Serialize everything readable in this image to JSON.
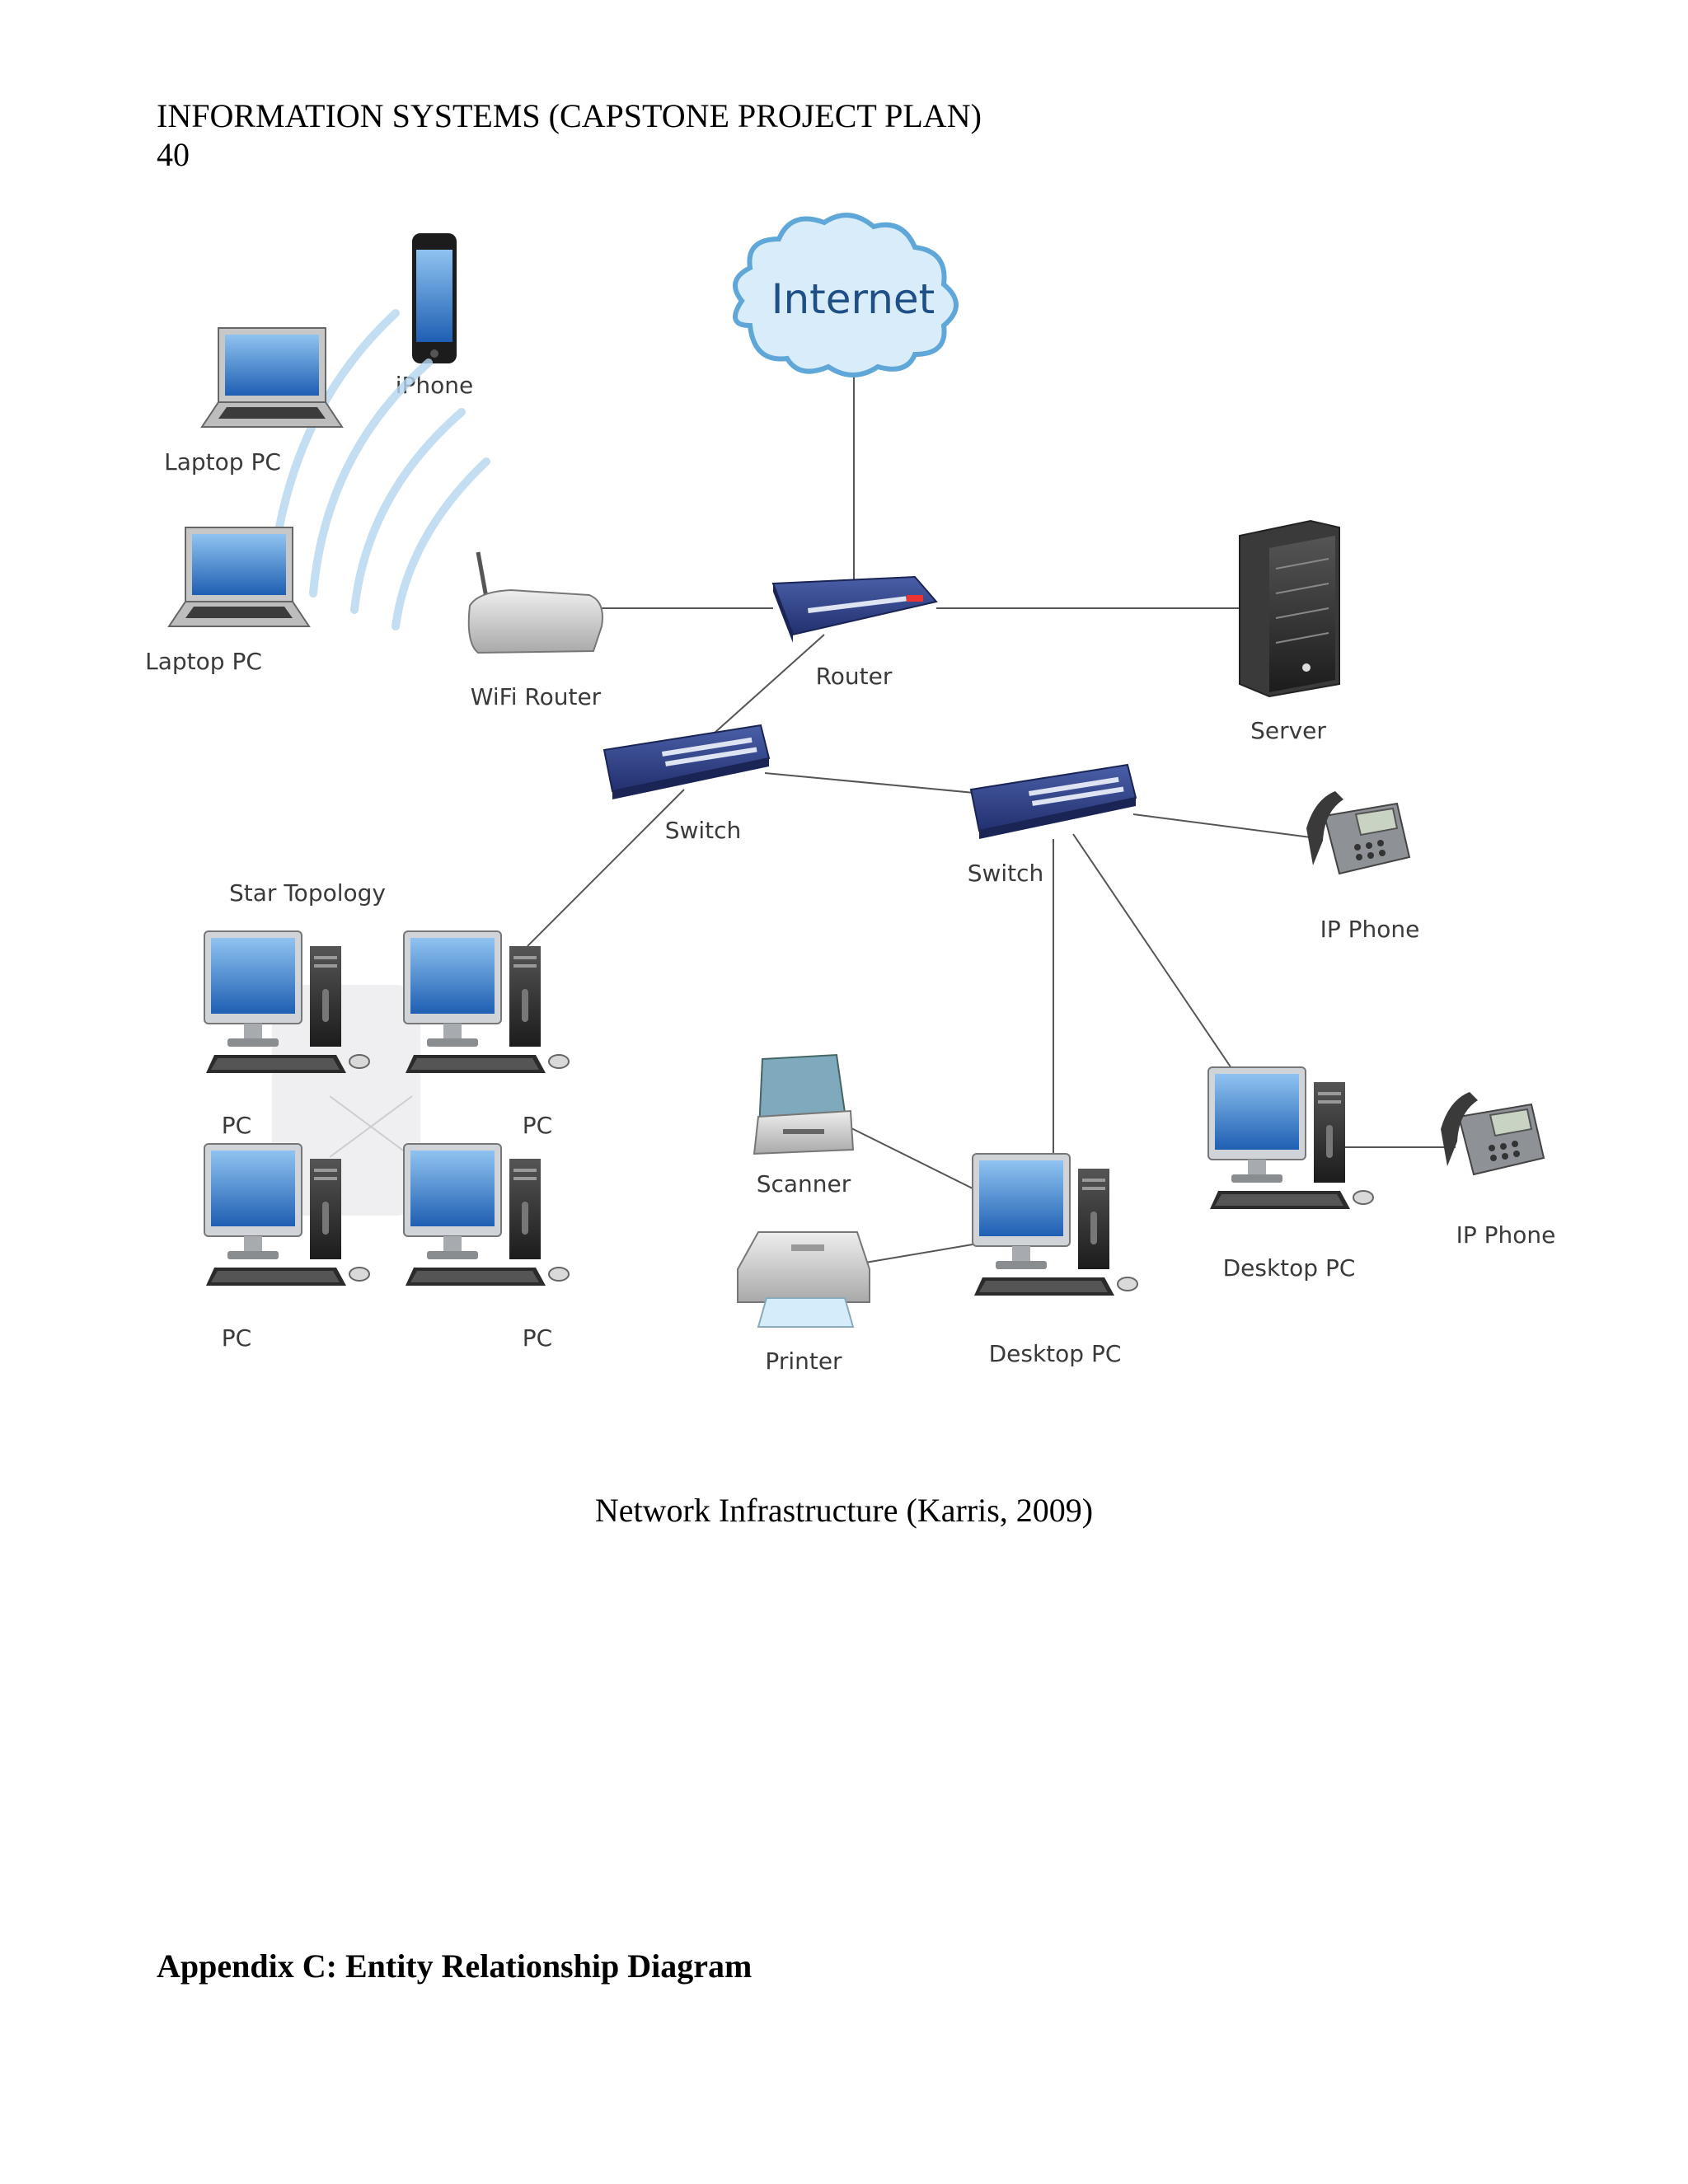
{
  "page": {
    "running_head": "INFORMATION SYSTEMS (CAPSTONE PROJECT PLAN)",
    "page_number": "40"
  },
  "figure": {
    "labels": {
      "internet": "Internet",
      "iphone": "iPhone",
      "laptop1": "Laptop PC",
      "laptop2": "Laptop PC",
      "wifi_router": "WiFi Router",
      "router": "Router",
      "server": "Server",
      "switch1": "Switch",
      "switch2": "Switch",
      "ip_phone1": "IP Phone",
      "star_topology": "Star Topology",
      "pc1": "PC",
      "pc2": "PC",
      "pc3": "PC",
      "pc4": "PC",
      "scanner": "Scanner",
      "printer": "Printer",
      "desktop_pc1": "Desktop PC",
      "desktop_pc2": "Desktop PC",
      "ip_phone2": "IP Phone"
    },
    "caption": "Network Infrastructure (Karris, 2009)"
  },
  "appendix": {
    "heading": "Appendix C: Entity Relationship Diagram"
  }
}
